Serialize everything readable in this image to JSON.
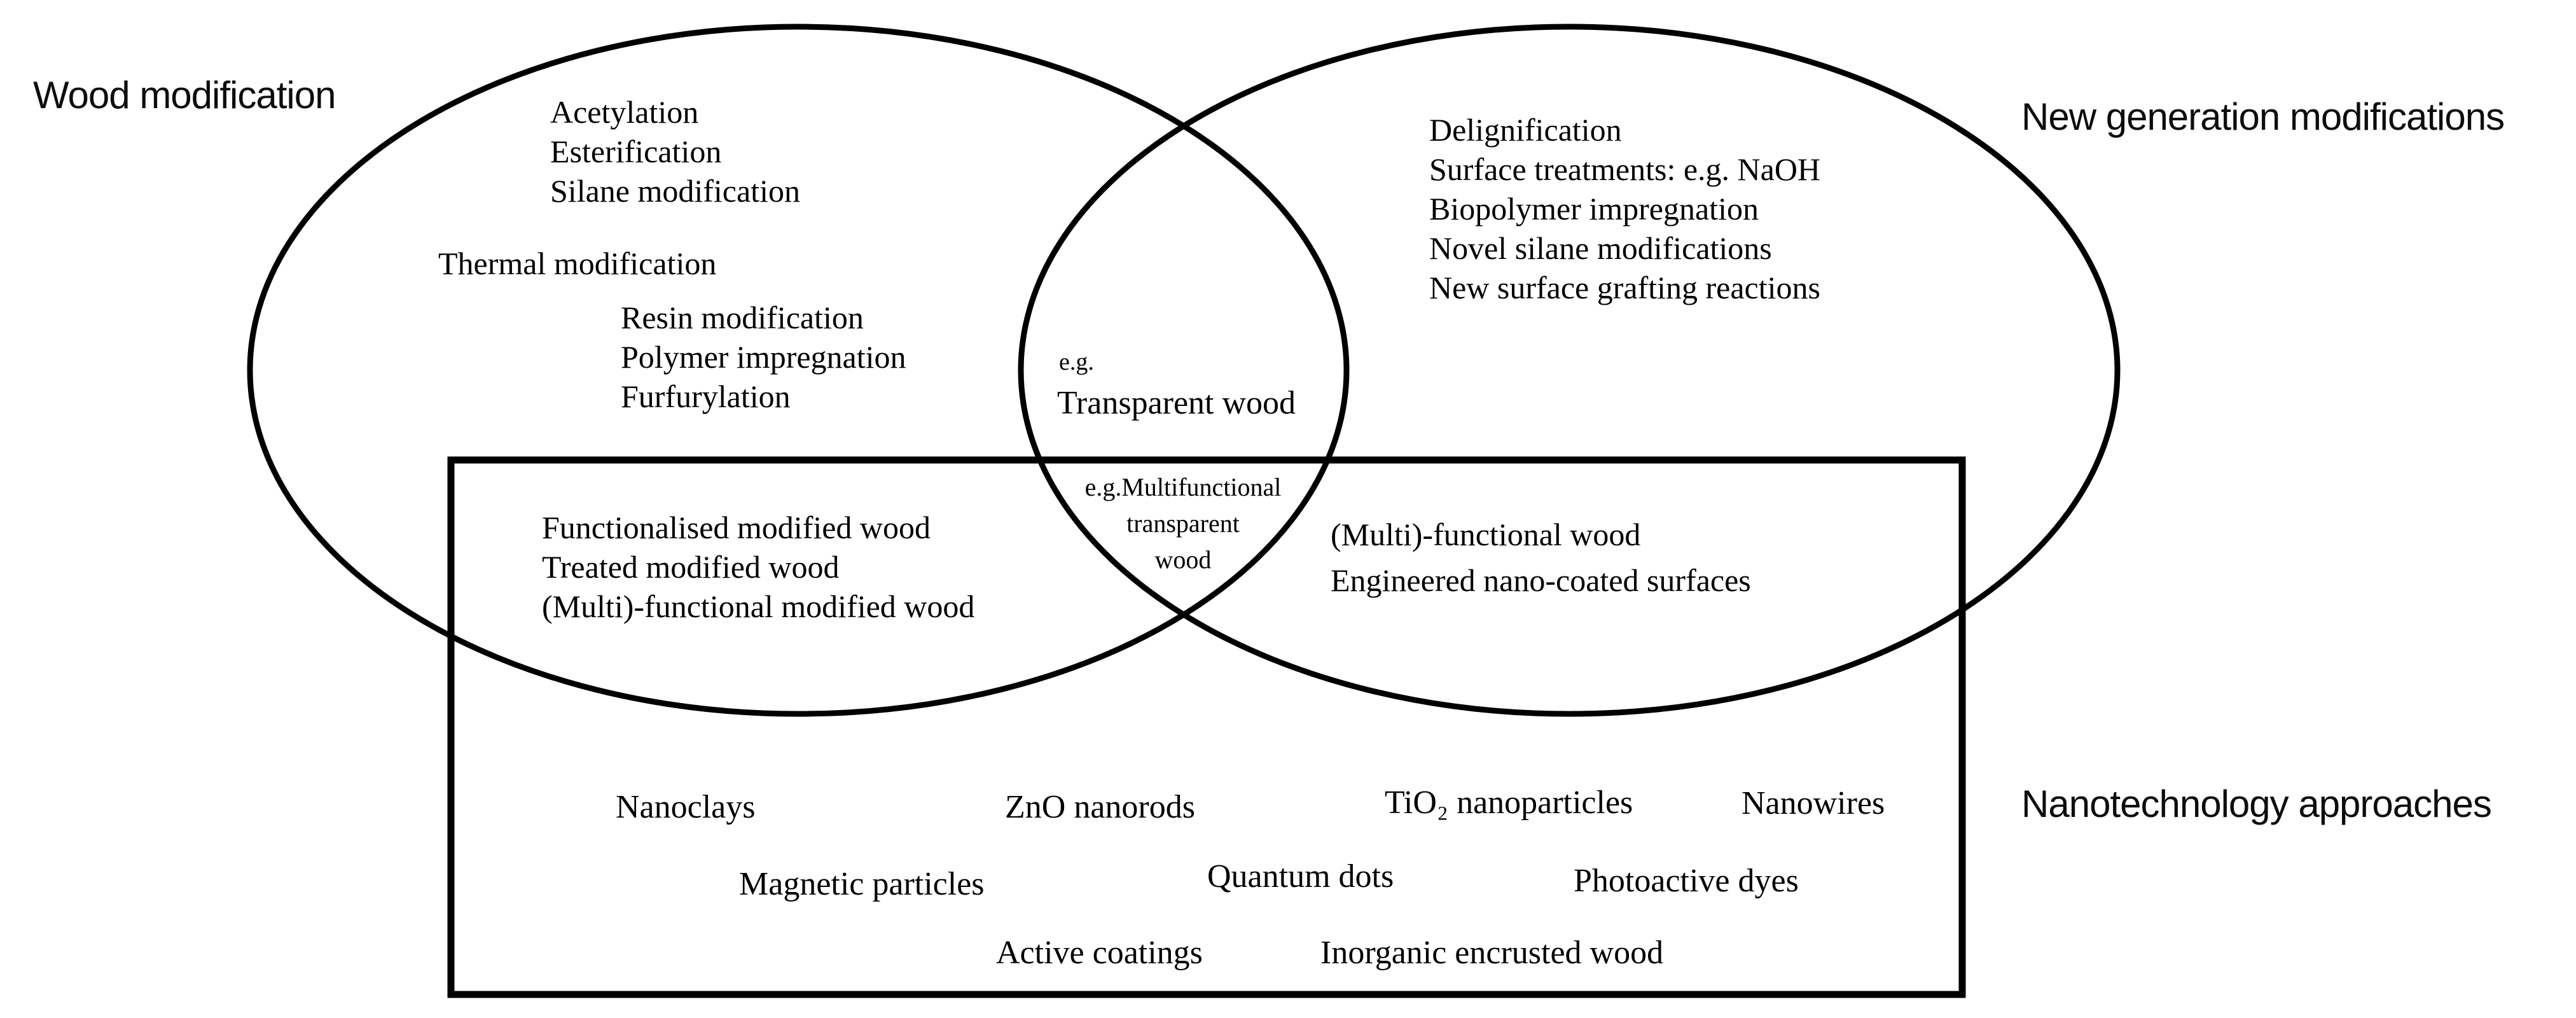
{
  "colors": {
    "background": "#ffffff",
    "outline": "#000000",
    "text": "#000000"
  },
  "labels": {
    "wood_modification": "Wood modification",
    "new_generation_modifications": "New generation modifications",
    "nanotechnology_approaches": "Nanotechnology approaches"
  },
  "wood_modification_items": {
    "chemical": [
      "Acetylation",
      "Esterification",
      "Silane modification"
    ],
    "thermal": "Thermal modification",
    "impregnation": [
      "Resin modification",
      "Polymer impregnation",
      "Furfurylation"
    ]
  },
  "new_generation_items": [
    "Delignification",
    "Surface treatments: e.g. NaOH",
    "Biopolymer impregnation",
    "Novel silane modifications",
    "New surface grafting reactions"
  ],
  "overlap_wood_newgen": {
    "prefix": "e.g.",
    "example": "Transparent wood"
  },
  "overlap_all_three": [
    "e.g.Multifunctional",
    "transparent",
    "wood"
  ],
  "overlap_wood_nano": [
    "Functionalised modified wood",
    "Treated modified wood",
    "(Multi)-functional modified wood"
  ],
  "overlap_newgen_nano": [
    "(Multi)-functional wood",
    "Engineered nano-coated surfaces"
  ],
  "nanotechnology_items": {
    "row1": [
      "Nanoclays",
      "ZnO nanorods",
      "TiO₂ nanoparticles",
      "Nanowires"
    ],
    "row2": [
      "Magnetic particles",
      "Quantum dots",
      "Photoactive dyes"
    ],
    "row3": [
      "Active coatings",
      "Inorganic encrusted wood"
    ]
  }
}
